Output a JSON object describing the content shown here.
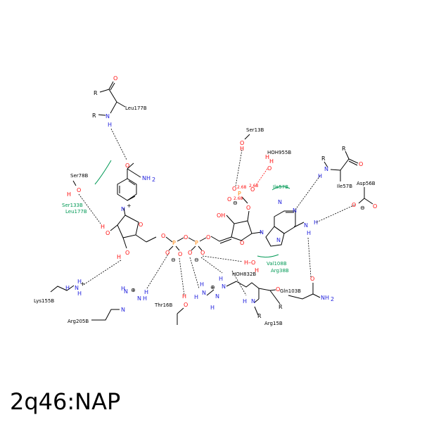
{
  "pdb_label": "2q46:NAP",
  "residues": {
    "leu177_top": "Leu177B",
    "r_leu_top": "R",
    "r_leu_n": "R",
    "ser13": "Ser13B",
    "hoh955": "HOH955B",
    "r_ile": "R",
    "r_ile2": "R",
    "ile57_lbl": "Ile57B",
    "asp56": "Asp56B",
    "ile57_green": "Ile57B",
    "ser78": "Ser78B",
    "ser133": "Ser133B",
    "leu177_green": "Leu177B",
    "lys155": "Lys155B",
    "arg205": "Arg205B",
    "thr16": "Thr16B",
    "hoh832": "HOH832B",
    "val108": "Val108B",
    "arg38": "Arg38B",
    "gln103": "Gln103B",
    "arg15": "Arg15B",
    "r_arg15a": "R",
    "r_arg15b": "R"
  },
  "atoms": {
    "o": "O",
    "n": "N",
    "h": "H",
    "p": "P",
    "nh2": "NH",
    "sub2": "2",
    "ho": "HO",
    "oh": "OH",
    "h_o": "H–O"
  },
  "charges": {
    "plus": "+",
    "minus": "−",
    "circle_plus": "⊕",
    "circle_minus": "⊖"
  },
  "distances": {
    "d1": "2.68",
    "d2": "2.68",
    "d3": "2.68"
  }
}
